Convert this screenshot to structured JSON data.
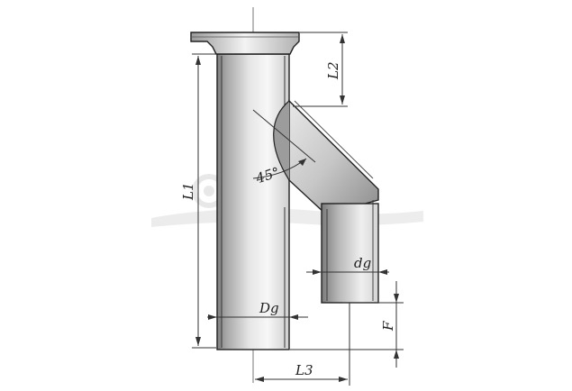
{
  "labels": {
    "l1": "L1",
    "l2": "L2",
    "l3": "L3",
    "dg_main": "Dg",
    "dg_branch": "dg",
    "f": "F",
    "angle": "45°"
  },
  "colors": {
    "pipe_dark": "#8a8a8a",
    "pipe_light": "#f2f2f2",
    "outline": "#222222",
    "watermark": "#d9d9d9"
  },
  "icons": {
    "watermark": "watermark-logo-icon"
  }
}
